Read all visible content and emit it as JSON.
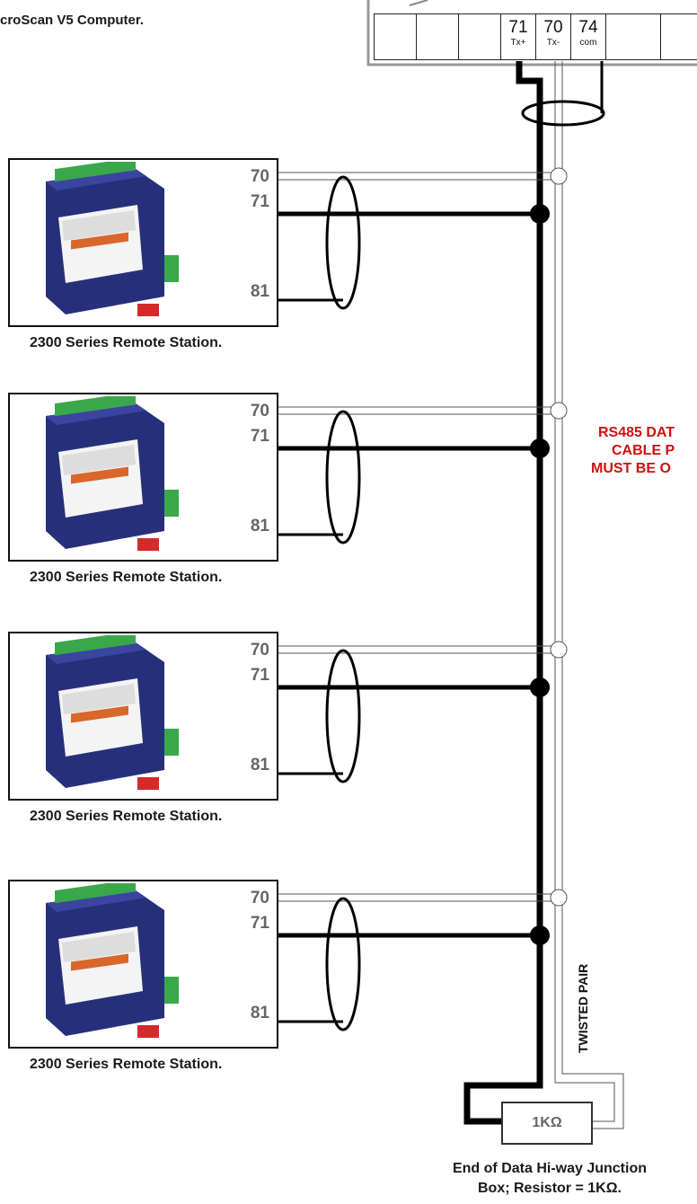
{
  "header": {
    "computer_title": "croScan V5 Computer."
  },
  "terminal_block": {
    "cells": [
      {
        "num": "",
        "sub": ""
      },
      {
        "num": "",
        "sub": ""
      },
      {
        "num": "",
        "sub": ""
      },
      {
        "num": "71",
        "sub": "Tx+"
      },
      {
        "num": "70",
        "sub": "Tx-"
      },
      {
        "num": "74",
        "sub": "com"
      },
      {
        "num": "",
        "sub": ""
      },
      {
        "num": "",
        "sub": ""
      }
    ]
  },
  "stations": [
    {
      "pin_top": "70",
      "pin_mid": "71",
      "pin_bottom": "81",
      "caption": "2300 Series Remote Station."
    },
    {
      "pin_top": "70",
      "pin_mid": "71",
      "pin_bottom": "81",
      "caption": "2300 Series Remote Station."
    },
    {
      "pin_top": "70",
      "pin_mid": "71",
      "pin_bottom": "81",
      "caption": "2300 Series Remote Station."
    },
    {
      "pin_top": "70",
      "pin_mid": "71",
      "pin_bottom": "81",
      "caption": "2300 Series Remote Station."
    }
  ],
  "notes": {
    "rs485_line1": "RS485 DAT",
    "rs485_line2": "CABLE P",
    "rs485_line3": "MUST BE O",
    "twisted_pair": "TWISTED PAIR"
  },
  "resistor": {
    "label": "1KΩ"
  },
  "footer": {
    "line1": "End of Data Hi-way Junction",
    "line2": "Box; Resistor = 1KΩ."
  },
  "colors": {
    "wire": "#000000",
    "note_red": "#cc1111",
    "module_blue": "#26307a",
    "terminal_green": "#3aa84a",
    "din_red": "#d42a2a"
  },
  "icons": [
    "intech-2300-module-image",
    "junction-node",
    "cable-shield-loop",
    "resistor-box"
  ]
}
